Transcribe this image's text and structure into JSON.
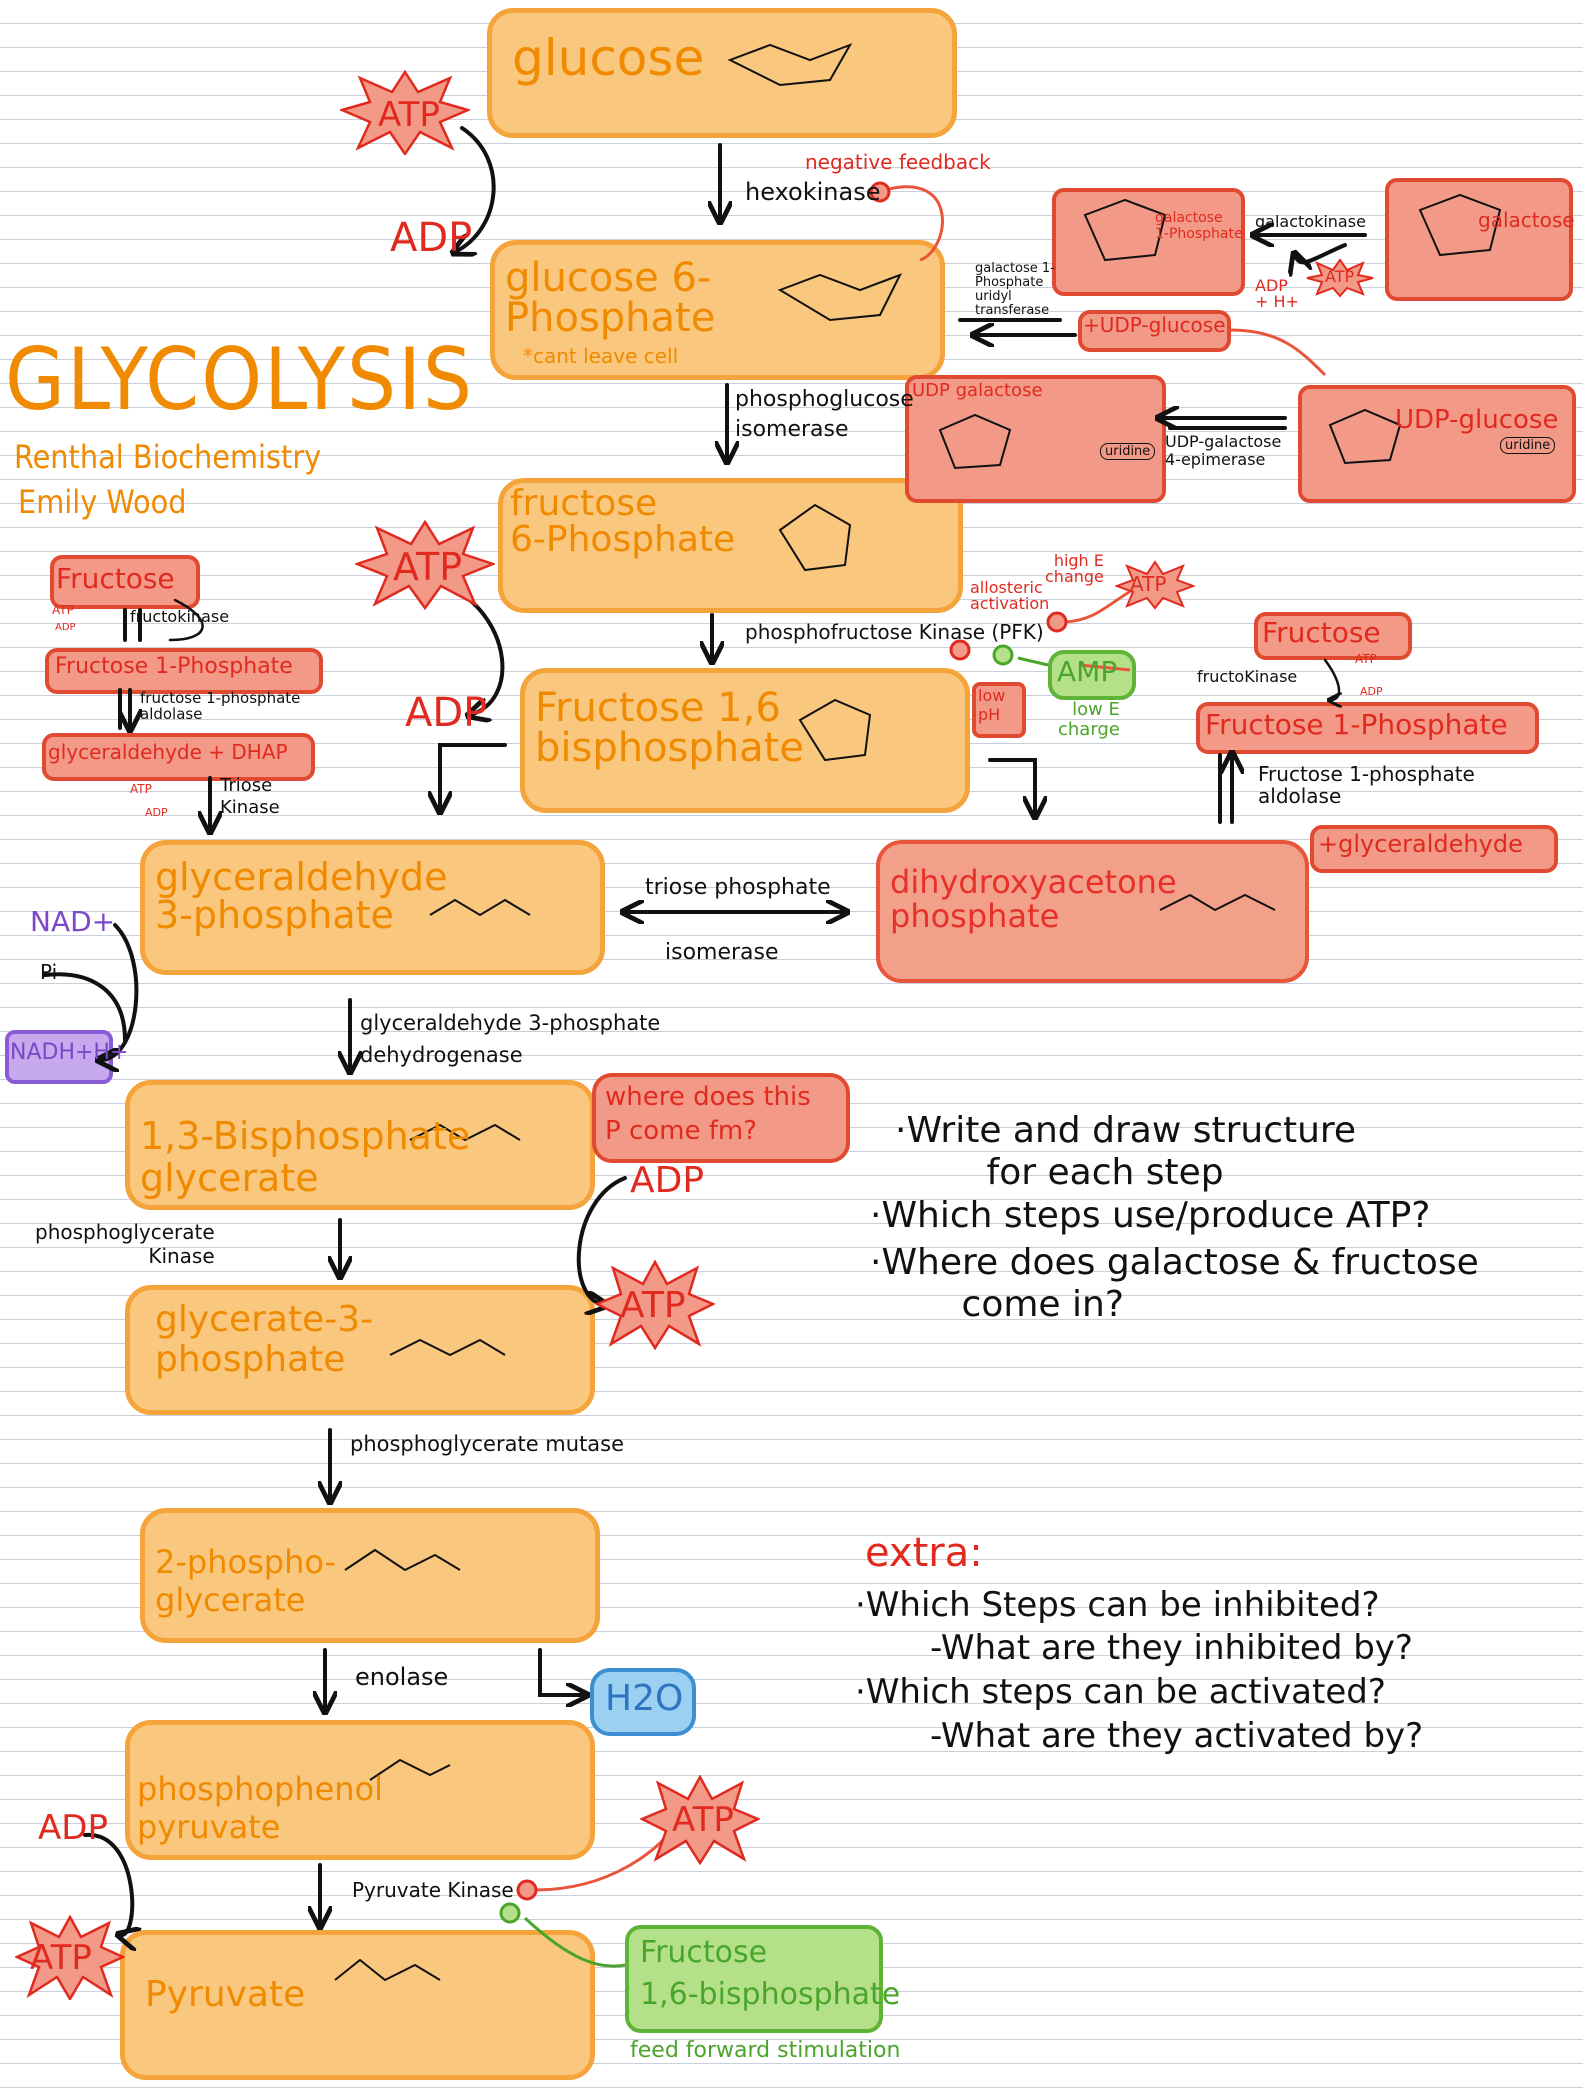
{
  "header": {
    "title": "GLYCOLYSIS",
    "course": "Renthal Biochemistry",
    "author": "Emily Wood"
  },
  "steps": {
    "glucose": "glucose",
    "g6p": "glucose 6-\nPhosphate",
    "g6p_note": "*cant leave cell",
    "f6p": "fructose\n6-Phosphate",
    "f16bp": "Fructose 1,6\nbisphosphate",
    "g3p": "glyceraldehyde\n3-phosphate",
    "dhap": "dihydroxyacetone\nphosphate",
    "bpg13": "1,3-Bisphosphate\nglycerate",
    "pg3": "glycerate-3-\nphosphate",
    "pg2": "2-phospho-\nglycerate",
    "pep": "phosphophenol\npyruvate",
    "pyruvate": "Pyruvate"
  },
  "enzymes": {
    "hexokinase": "hexokinase",
    "pgi": "phosphoglucose\nisomerase",
    "pfk": "phosphofructose Kinase (PFK)",
    "tpi_top": "triose phosphate",
    "tpi_bottom": "isomerase",
    "g3pdh": "glyceraldehyde 3-phosphate\ndehydrogenase",
    "pgk": "phosphoglycerate\nKinase",
    "pgm": "phosphoglycerate mutase",
    "enolase": "enolase",
    "pk": "Pyruvate Kinase"
  },
  "cofactors": {
    "atp": "ATP",
    "adp": "ADP",
    "nad": "NAD+",
    "pi": "Pi",
    "nadh": "NADH+H+",
    "h2o": "H2O",
    "amp": "AMP",
    "high_e": "high E\nchange",
    "low_e": "low E\ncharge",
    "low_ph": "low\npH"
  },
  "regulation": {
    "neg_feedback": "negative feedback",
    "allosteric": "allosteric\nactivation",
    "where_p": "where does this\nP come fm?",
    "ff_box": "Fructose\n1,6-bisphosphate",
    "ff_label": "feed forward stimulation"
  },
  "galactose": {
    "galactose": "galactose",
    "galactokinase": "galactokinase",
    "gal1p": "galactose\n1-Phosphate",
    "uridyltransferase": "galactose 1-\nPhosphate\nuridyl\ntransferase",
    "udp_glucose_out": "+UDP-glucose",
    "udp_galactose": "UDP galactose",
    "epimerase": "UDP-galactose\n4-epimerase",
    "udp_glucose": "UDP-glucose",
    "adp_h": "ADP\n+ H+",
    "uridine": "uridine"
  },
  "fructose_left": {
    "fructose": "Fructose",
    "fructokinase": "fructokinase",
    "f1p": "Fructose 1-Phosphate",
    "aldolase": "fructose 1-phosphate\naldolase",
    "products": "glyceraldehyde + DHAP",
    "triose_kinase": "Triose\nKinase"
  },
  "fructose_right": {
    "fructose": "Fructose",
    "fructokinase": "fructoKinase",
    "f1p": "Fructose 1-Phosphate",
    "aldolase": "Fructose 1-phosphate\naldolase",
    "product": "+glyceraldehyde"
  },
  "questions": {
    "q1": "·Write and draw structure\n        for each step",
    "q2": "·Which steps use/produce ATP?",
    "q3": "·Where does galactose & fructose\n        come in?",
    "extra_title": "extra:",
    "e1": "·Which Steps can be inhibited?",
    "e2": "-What are they inhibited by?",
    "e3": "·Which steps can be activated?",
    "e4": "-What are they activated by?"
  },
  "colors": {
    "orange_fill": "#f9c77d",
    "orange_border": "#f4a43a",
    "salmon_fill": "#f3a08a",
    "red": "#e02a20",
    "green": "#4aa52a",
    "blue": "#3b8fd0",
    "purple": "#7a48c8"
  }
}
